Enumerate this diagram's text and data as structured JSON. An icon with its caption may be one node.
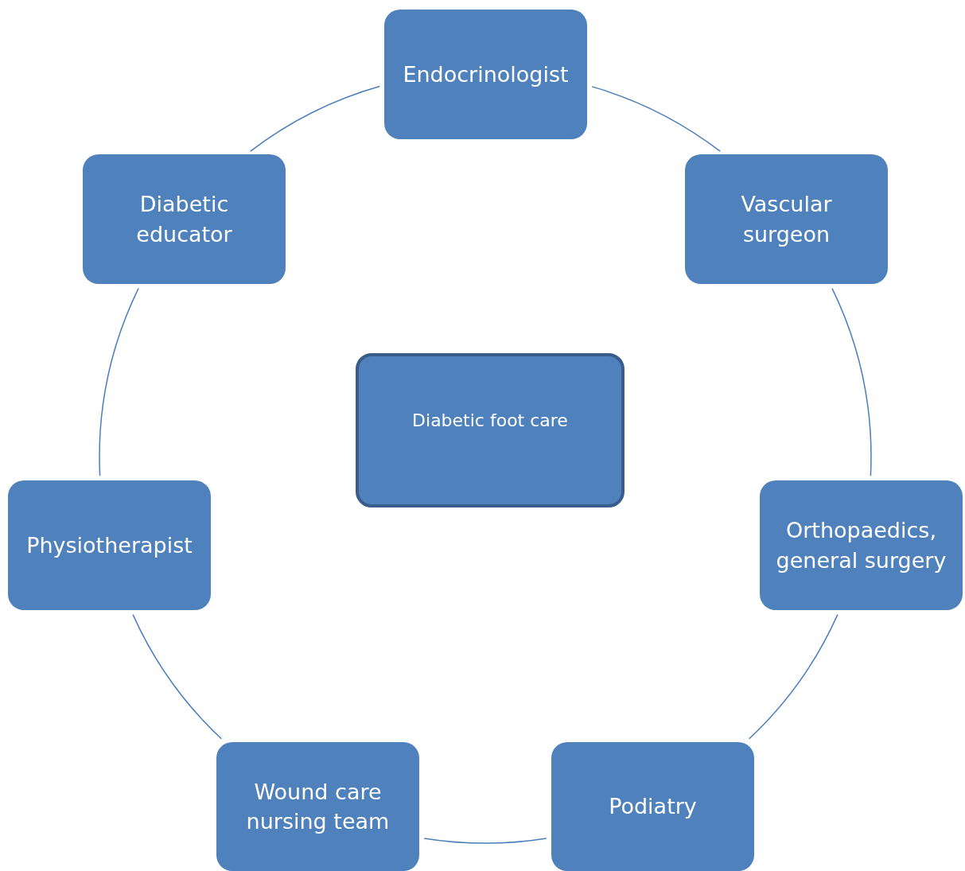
{
  "diagram": {
    "nodes": [
      {
        "text": [
          "Endocrinologist"
        ]
      },
      {
        "text": [
          "Diabetic educator"
        ]
      },
      {
        "text": [
          "Vascular surgeon"
        ]
      },
      {
        "text": [
          "Diabetic foot care"
        ]
      },
      {
        "text": [
          "Physiotherapist"
        ]
      },
      {
        "text": [
          "Orthopaedics, general surgery"
        ]
      },
      {
        "text": [
          "Wound care nursing team"
        ]
      },
      {
        "text": [
          "Podiatry"
        ]
      }
    ],
    "edges": [
      {
        "from": 0,
        "to": 2,
        "arrow": "none"
      },
      {
        "from": 2,
        "to": 5,
        "arrow": "none"
      },
      {
        "from": 5,
        "to": 7,
        "arrow": "none"
      },
      {
        "from": 7,
        "to": 6,
        "arrow": "none"
      },
      {
        "from": 6,
        "to": 4,
        "arrow": "none"
      },
      {
        "from": 4,
        "to": 1,
        "arrow": "none"
      },
      {
        "from": 1,
        "to": 0,
        "arrow": "none"
      }
    ]
  }
}
